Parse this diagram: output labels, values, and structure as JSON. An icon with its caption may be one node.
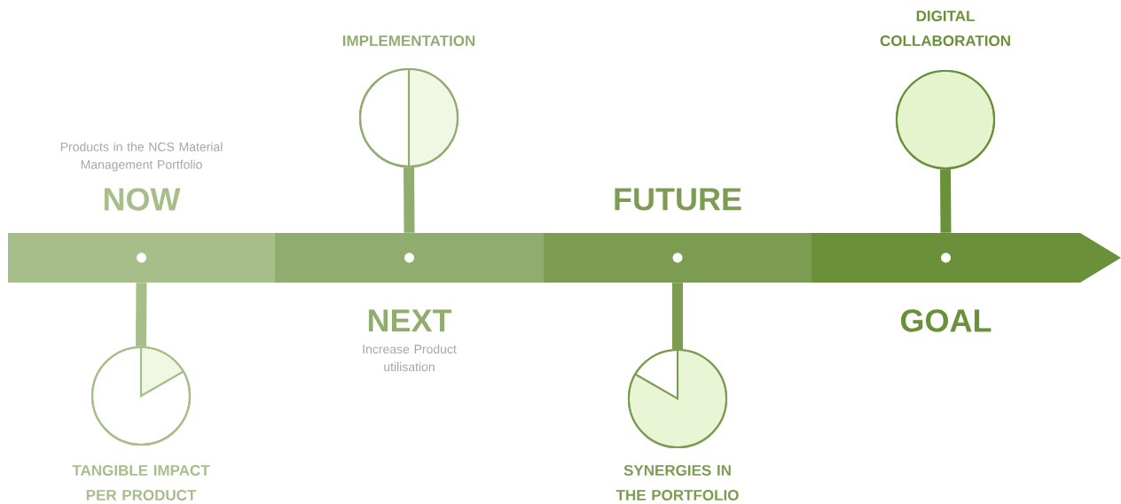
{
  "diagram": {
    "nodes": [
      {
        "text": [
          "NOW"
        ]
      },
      {
        "text": [
          "NEXT"
        ]
      },
      {
        "text": [
          "FUTURE"
        ]
      },
      {
        "text": [
          "GOAL"
        ]
      },
      {
        "text": [
          "TANGIBLE IMPACT PER PRODUCT"
        ]
      },
      {
        "text": [
          "IMPLEMENTATION"
        ]
      },
      {
        "text": [
          "SYNERGIES IN THE PORTFOLIO"
        ]
      },
      {
        "text": [
          "DIGITAL COLLABORATION"
        ]
      }
    ],
    "edges": [
      {
        "from": 0,
        "to": 4,
        "arrow": "none",
        "color": "#a7bd8a"
      },
      {
        "from": 1,
        "to": 5,
        "arrow": "none",
        "color": "#91ac6f"
      },
      {
        "from": 2,
        "to": 6,
        "arrow": "none",
        "color": "#7c9c52"
      },
      {
        "from": 3,
        "to": 7,
        "arrow": "none",
        "color": "#6a903a"
      }
    ],
    "labels": [
      "Products in the NCS Material Management Portfolio",
      "Increase Product utilisation"
    ]
  }
}
